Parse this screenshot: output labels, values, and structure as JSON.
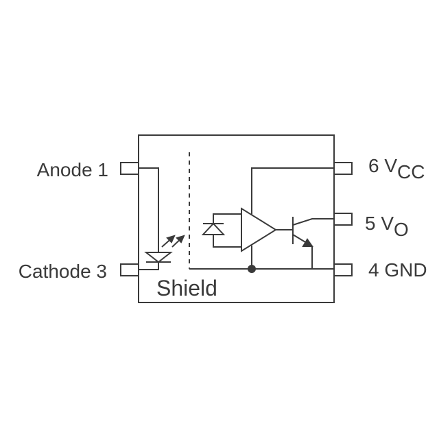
{
  "pins": {
    "anode": "Anode 1",
    "cathode": "Cathode 3",
    "vcc_prefix": "6 V",
    "vcc_sub": "CC",
    "vo_prefix": "5 V",
    "vo_sub": "O",
    "gnd": "4 GND"
  },
  "shield_label": "Shield",
  "colors": {
    "line": "#3a3a3a",
    "background": "#ffffff"
  }
}
